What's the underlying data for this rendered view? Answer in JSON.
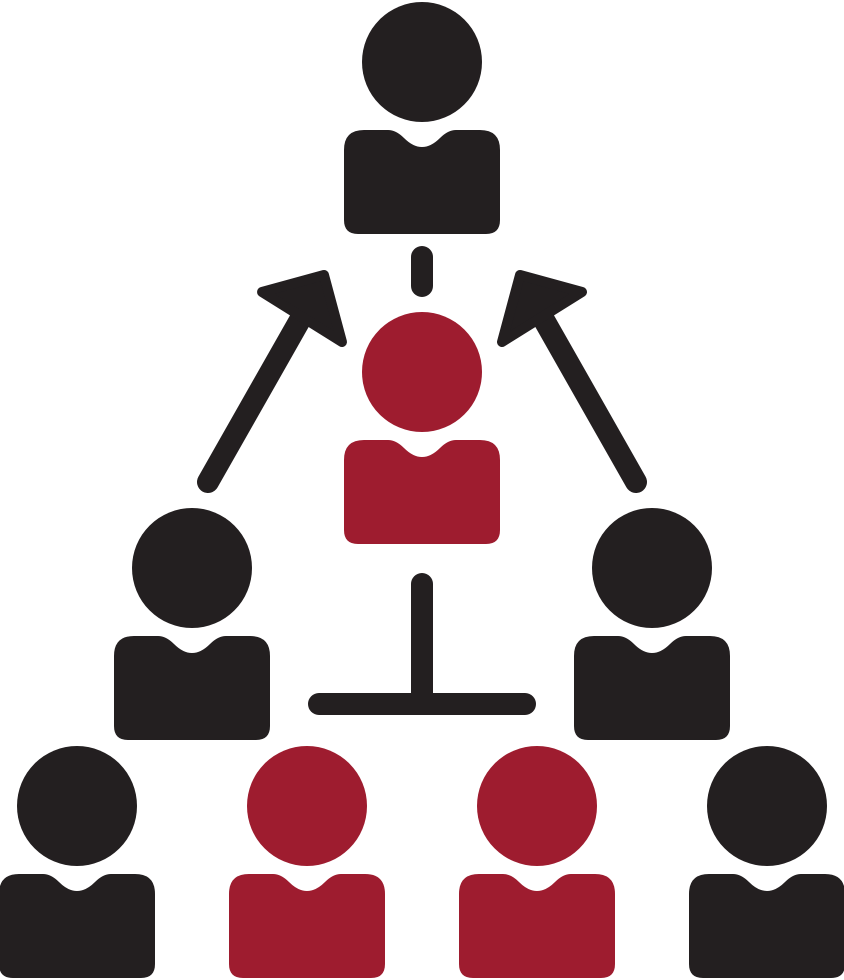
{
  "diagram": {
    "type": "hierarchy-icon",
    "colors": {
      "dark": "#231f20",
      "accent": "#9e1c2f",
      "background": "#ffffff"
    },
    "people": [
      {
        "id": "top",
        "color": "dark",
        "icon": "person-icon"
      },
      {
        "id": "center",
        "color": "accent",
        "icon": "person-icon"
      },
      {
        "id": "middle-left",
        "color": "dark",
        "icon": "person-icon"
      },
      {
        "id": "middle-right",
        "color": "dark",
        "icon": "person-icon"
      },
      {
        "id": "bottom-1",
        "color": "dark",
        "icon": "person-icon"
      },
      {
        "id": "bottom-2",
        "color": "accent",
        "icon": "person-icon"
      },
      {
        "id": "bottom-3",
        "color": "accent",
        "icon": "person-icon"
      },
      {
        "id": "bottom-4",
        "color": "dark",
        "icon": "person-icon"
      }
    ],
    "connectors": [
      {
        "id": "top-to-center",
        "icon": "connector-line-icon"
      },
      {
        "id": "center-to-base",
        "icon": "t-connector-icon"
      },
      {
        "id": "left-arrow",
        "icon": "arrow-up-right-icon"
      },
      {
        "id": "right-arrow",
        "icon": "arrow-up-left-icon"
      }
    ]
  }
}
